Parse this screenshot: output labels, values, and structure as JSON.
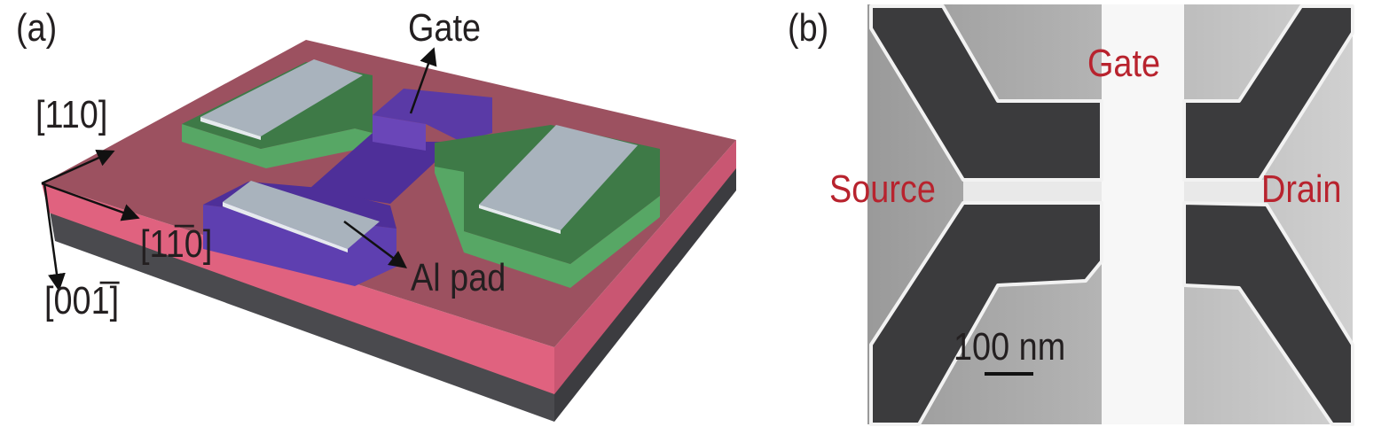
{
  "panel_a": {
    "label": "(a)",
    "gate_label": "Gate",
    "al_pad_label": "Al pad",
    "axis_110": "[110]",
    "axis_1bar10": "[11̅0]",
    "axis_001bar": "[001̅]",
    "colors": {
      "substrate_top": "#9c5160",
      "substrate_side": "#e0627f",
      "base_layer": "#4a4a4e",
      "pad_green": "#4e9a5a",
      "gate_purple": "#5a3aa6",
      "al_gray": "#a9b3bd"
    }
  },
  "panel_b": {
    "label": "(b)",
    "gate_label": "Gate",
    "source_label": "Source",
    "drain_label": "Drain",
    "scale_bar": "100 nm",
    "colors": {
      "label_red": "#b8232e"
    }
  }
}
